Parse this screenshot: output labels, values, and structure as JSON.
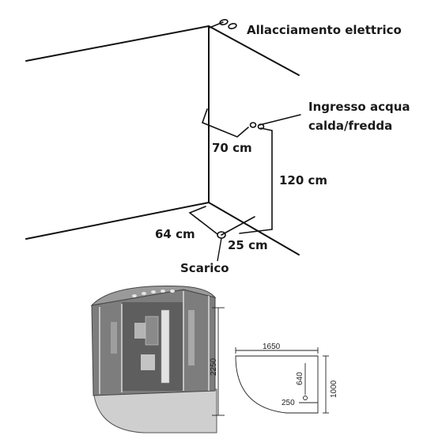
{
  "installation_diagram": {
    "electrical_label": "Allacciamento elettrico",
    "water_label_line1": "Ingresso acqua",
    "water_label_line2": "calda/fredda",
    "dim_70": "70 cm",
    "dim_120": "120 cm",
    "dim_64": "64 cm",
    "dim_25": "25 cm",
    "drain_label": "Scarico"
  },
  "product_drawing": {
    "height_2250": "2250",
    "width_1650": "1650",
    "depth_1000": "1000",
    "offset_640": "640",
    "offset_250": "250"
  },
  "colors": {
    "line": "#111111",
    "text": "#1a1a1a",
    "photo_gray": "#6f6f6f"
  }
}
